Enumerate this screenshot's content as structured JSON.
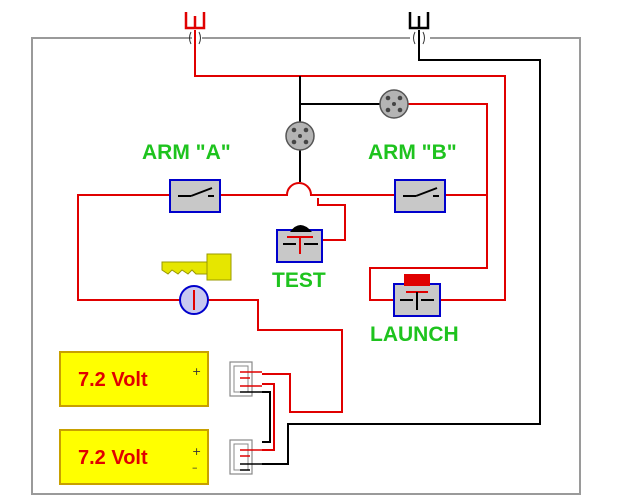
{
  "labels": {
    "arm_a": "ARM \"A\"",
    "arm_b": "ARM \"B\"",
    "test": "TEST",
    "launch": "LAUNCH"
  },
  "batteries": [
    {
      "label": "7.2 Volt",
      "plus": "+",
      "minus": ""
    },
    {
      "label": "7.2 Volt",
      "plus": "+",
      "minus": "–"
    }
  ],
  "colors": {
    "wire_positive": "#e00000",
    "wire_negative": "#000000",
    "label_text": "#1ec31e",
    "battery_fill": "#ffff00",
    "switch_fill": "#c8c8c8",
    "switch_border": "#0000cc",
    "frame": "#9a9a9a"
  },
  "icons": [
    "key-icon",
    "keyswitch-icon",
    "toggle-switch-icon",
    "pushbutton-icon",
    "connector-plug-icon",
    "igniter-clip-icon",
    "battery-clip-icon"
  ]
}
